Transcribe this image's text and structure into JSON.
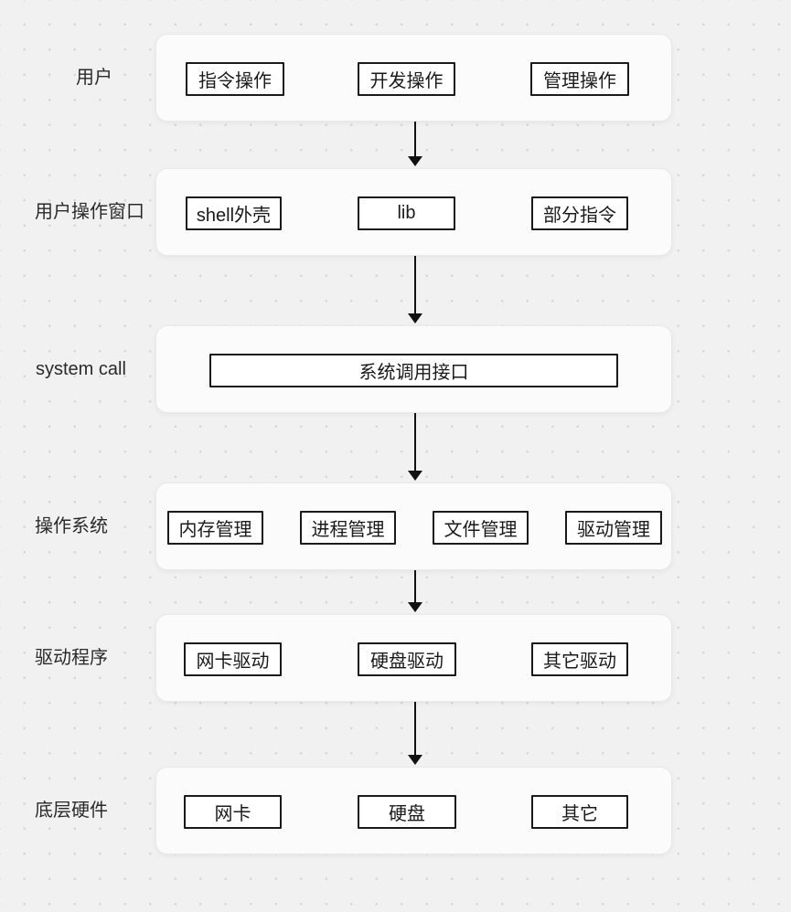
{
  "page": {
    "background_color": "#f1f1f2",
    "dot_grid_color": "#d6d6d9"
  },
  "colors": {
    "panel_bg": "#fbfbfb",
    "panel_border": "#e9e9eb",
    "node_bg": "#ffffff",
    "node_border": "#1a1a1a",
    "text": "#2a2a2a",
    "arrow": "#111111"
  },
  "diagram": {
    "type": "layered-architecture-flow",
    "rows": [
      {
        "label": "用户",
        "boxes": [
          "指令操作",
          "开发操作",
          "管理操作"
        ]
      },
      {
        "label": "用户操作窗口",
        "boxes": [
          "shell外壳",
          "lib",
          "部分指令"
        ]
      },
      {
        "label": "system call",
        "boxes": [
          "系统调用接口"
        ]
      },
      {
        "label": "操作系统",
        "boxes": [
          "内存管理",
          "进程管理",
          "文件管理",
          "驱动管理"
        ]
      },
      {
        "label": "驱动程序",
        "boxes": [
          "网卡驱动",
          "硬盘驱动",
          "其它驱动"
        ]
      },
      {
        "label": "底层硬件",
        "boxes": [
          "网卡",
          "硬盘",
          "其它"
        ]
      }
    ],
    "connectors": [
      {
        "from": 0,
        "to": 1,
        "type": "arrow-down"
      },
      {
        "from": 1,
        "to": 2,
        "type": "arrow-down"
      },
      {
        "from": 2,
        "to": 3,
        "type": "arrow-down"
      },
      {
        "from": 3,
        "to": 4,
        "type": "arrow-down"
      },
      {
        "from": 4,
        "to": 5,
        "type": "arrow-down"
      }
    ]
  }
}
